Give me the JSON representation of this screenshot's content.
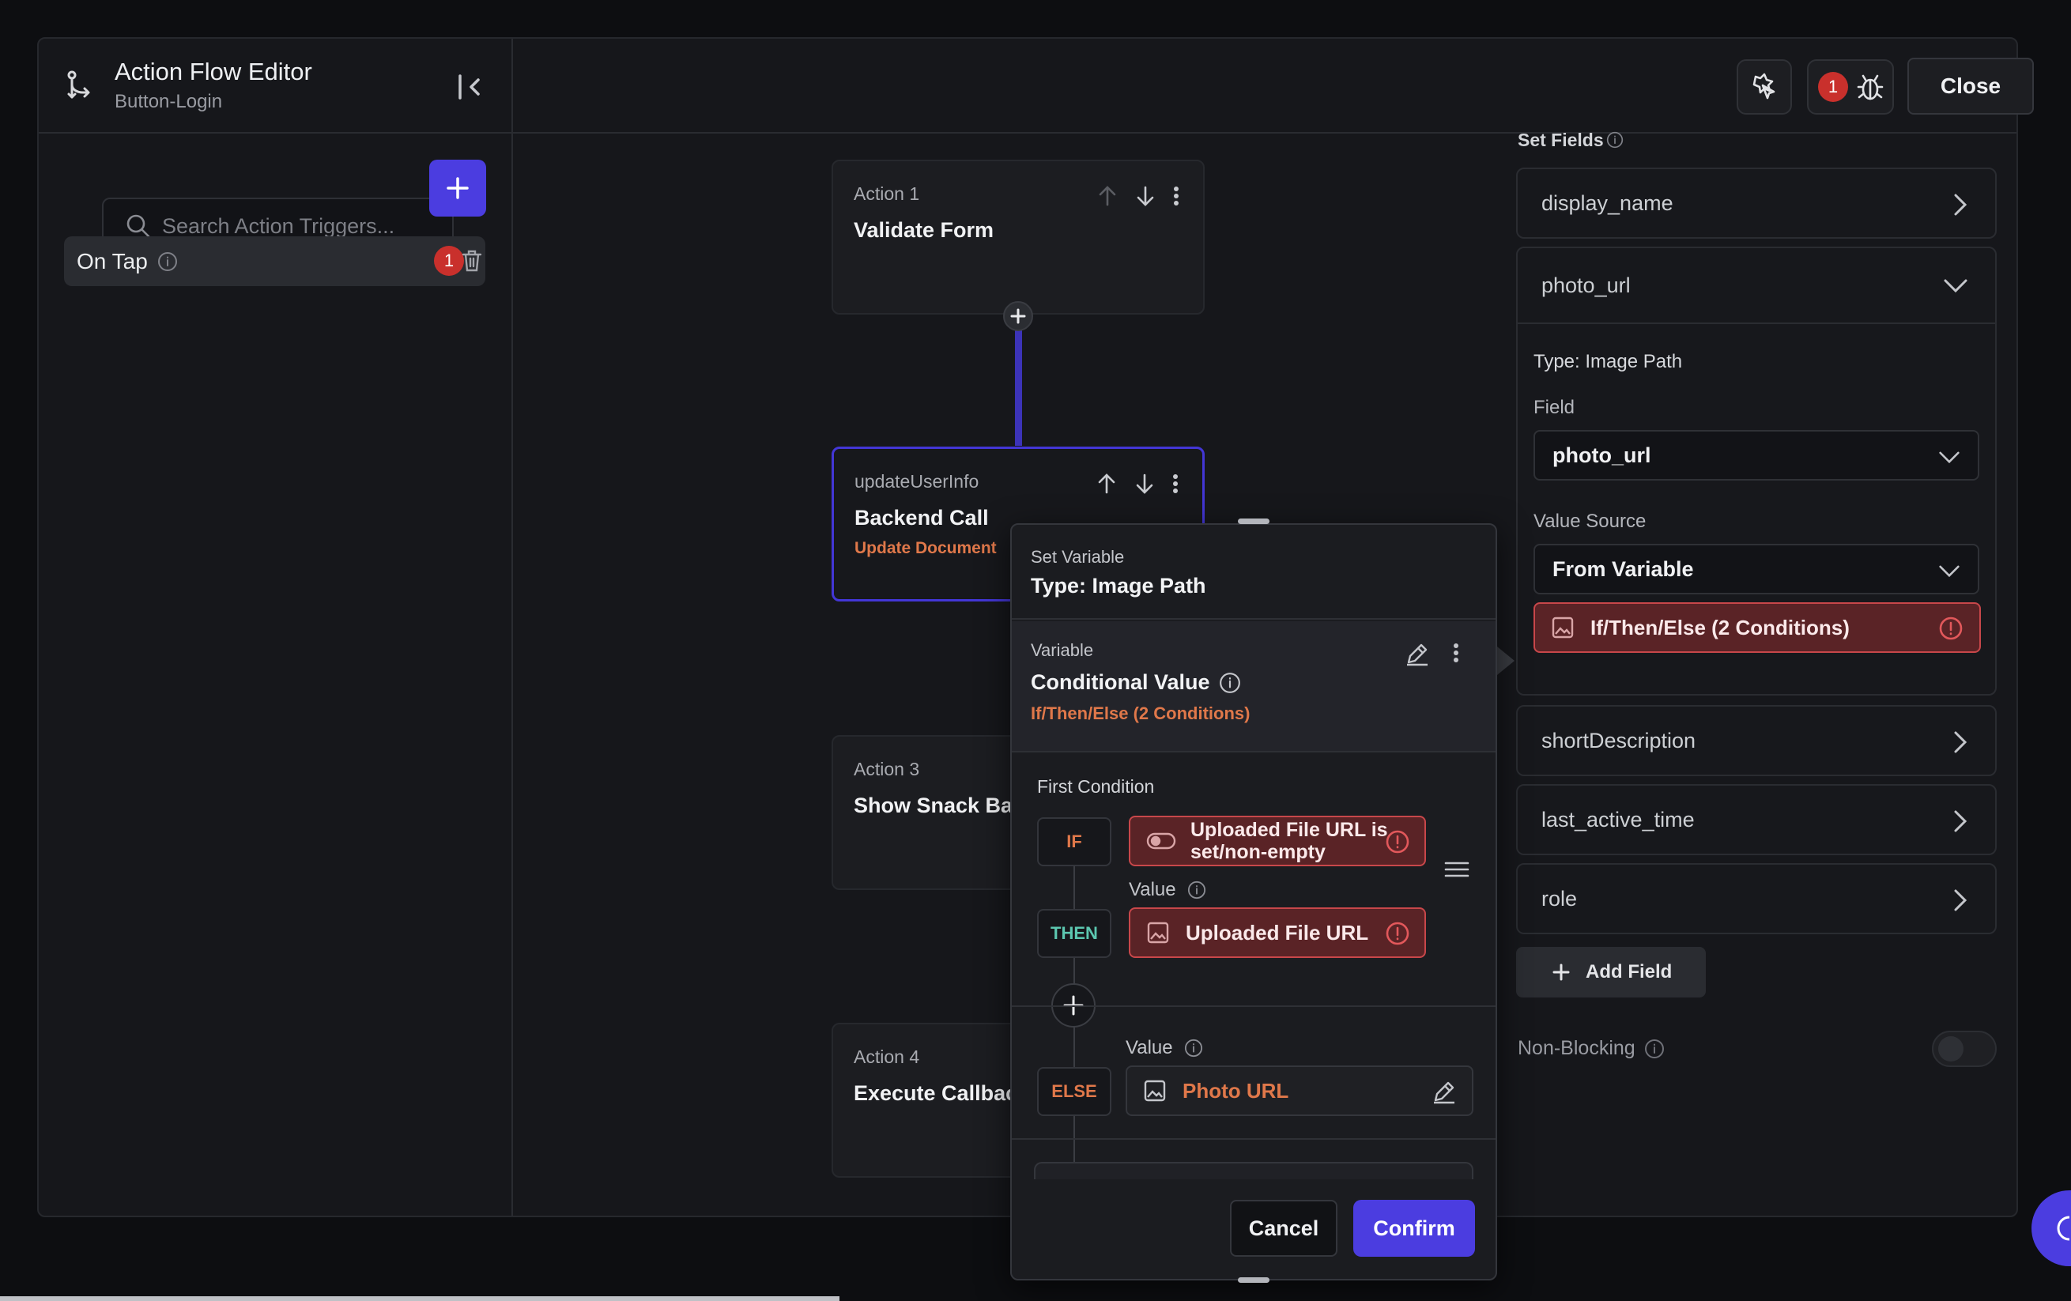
{
  "editor": {
    "title": "Action Flow Editor",
    "subtitle": "Button-Login",
    "close_label": "Close",
    "debug_badge_count": "1"
  },
  "left_panel": {
    "search_placeholder": "Search Action Triggers...",
    "trigger": {
      "label": "On Tap",
      "badge": "1"
    }
  },
  "canvas": {
    "actions": [
      {
        "label": "Action 1",
        "name": "Validate Form"
      },
      {
        "label": "updateUserInfo",
        "name": "Backend Call",
        "sub": "Update Document"
      },
      {
        "label": "Action 3",
        "name": "Show Snack Bar"
      },
      {
        "label": "Action 4",
        "name": "Execute Callback"
      }
    ]
  },
  "right_panel": {
    "set_fields_label": "Set Fields",
    "fields": [
      "display_name",
      "photo_url",
      "shortDescription",
      "last_active_time",
      "role"
    ],
    "expanded": {
      "type_label": "Type: Image Path",
      "field_label": "Field",
      "field_value": "photo_url",
      "value_source_label": "Value Source",
      "value_source_value": "From Variable",
      "variable_value": "If/Then/Else (2 Conditions)"
    },
    "add_field_label": "Add Field",
    "non_blocking_label": "Non-Blocking"
  },
  "popup": {
    "header_small": "Set Variable",
    "header_type": "Type: Image Path",
    "variable_label": "Variable",
    "variable_name": "Conditional Value",
    "variable_sub": "If/Then/Else (2 Conditions)",
    "first_condition_label": "First Condition",
    "if_tag": "IF",
    "if_value_line1": "Uploaded File URL is",
    "if_value_line2": "set/non-empty",
    "value_label": "Value",
    "then_tag": "THEN",
    "then_value": "Uploaded File URL",
    "else_tag": "ELSE",
    "else_value": "Photo URL",
    "cancel_label": "Cancel",
    "confirm_label": "Confirm"
  },
  "colors": {
    "accent": "#4b3de0",
    "error": "#c8474a",
    "warning_text": "#e0784a",
    "then_tag": "#5cc7b0"
  }
}
